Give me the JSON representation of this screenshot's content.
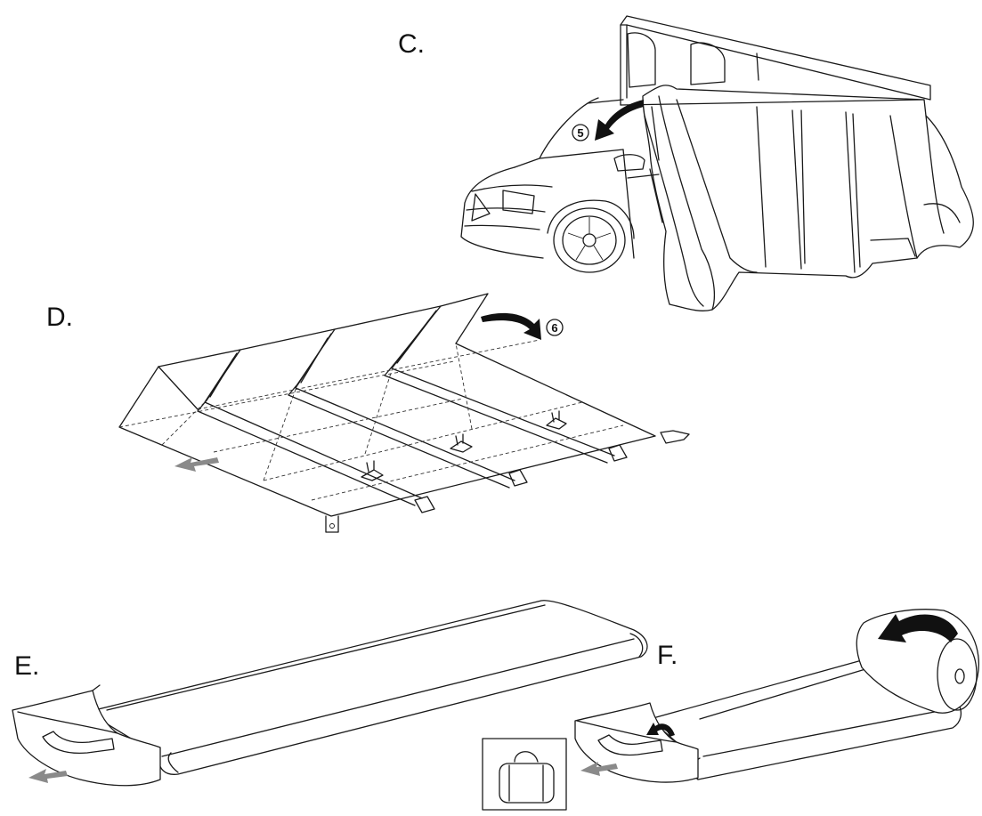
{
  "steps": {
    "c": {
      "letter": "C.",
      "callout": "5"
    },
    "d": {
      "letter": "D.",
      "callout": "6"
    },
    "e": {
      "letter": "E."
    },
    "f": {
      "letter": "F."
    }
  },
  "icons": {
    "c_fold_arrow": "curved-arrow-icon",
    "d_fold_arrow": "curved-arrow-icon",
    "d_pull_arrow": "grey-arrow-left-icon",
    "e_pull_arrow": "grey-arrow-left-icon",
    "f_roll_arrow": "curved-arrow-icon",
    "f_small_arrow": "curved-arrow-icon",
    "f_pull_arrow": "grey-arrow-left-icon",
    "bag": "carry-bag-icon"
  },
  "colors": {
    "line": "#1a1a1a",
    "arrow": "#111111",
    "pull_arrow": "#8a8a8a"
  }
}
